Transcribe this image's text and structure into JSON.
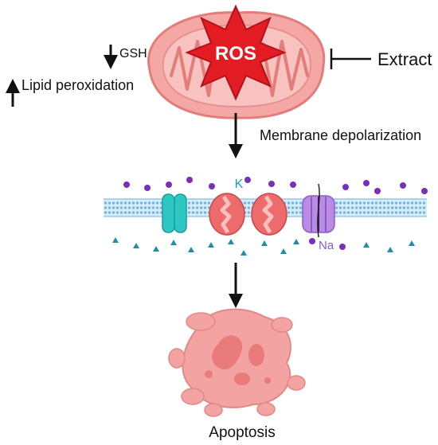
{
  "labels": {
    "ros": "ROS",
    "gsh": "GSH",
    "lipid": "Lipid peroxidation",
    "extract": "Extract",
    "membrane": "Membrane depolarization",
    "k": "K",
    "na": "Na",
    "apoptosis": "Apoptosis"
  },
  "colors": {
    "mito_fill": "#f4a7a4",
    "mito_outline": "#e27d7a",
    "ros_red": "#e31b23",
    "membrane_blue": "#a9d6f2",
    "k_channel": "#2ec7c4",
    "pore_pink": "#ee6b6b",
    "na_channel": "#b98ae6",
    "ion_purple": "#7a2fb8",
    "ion_teal": "#1e8fa6",
    "cell_pink": "#f3a3a2"
  },
  "icons": {
    "mitochondrion": "mitochondrion-icon",
    "ros_burst": "ros-burst-icon",
    "inhibit": "inhibition-arrow-icon",
    "membrane": "cell-membrane-icon",
    "apoptotic_cell": "apoptotic-cell-icon"
  }
}
